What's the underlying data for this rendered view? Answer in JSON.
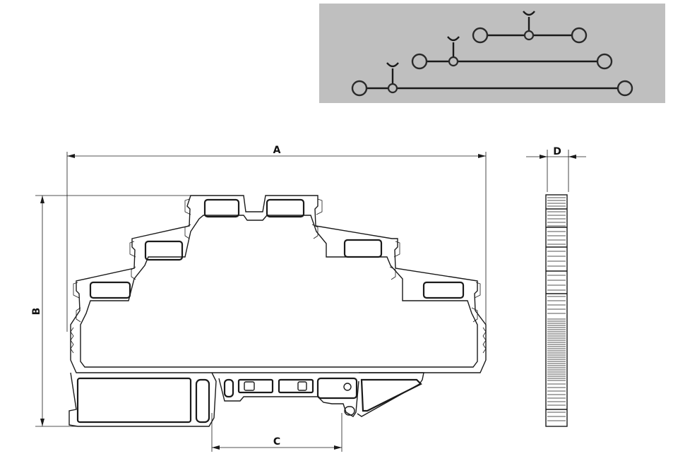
{
  "figure": {
    "schematic": {
      "background": "#bfbfbf",
      "stroke": "#2a2a2a",
      "levels": 3
    },
    "dimensions": {
      "a": "A",
      "b": "B",
      "c": "C",
      "d": "D"
    }
  }
}
